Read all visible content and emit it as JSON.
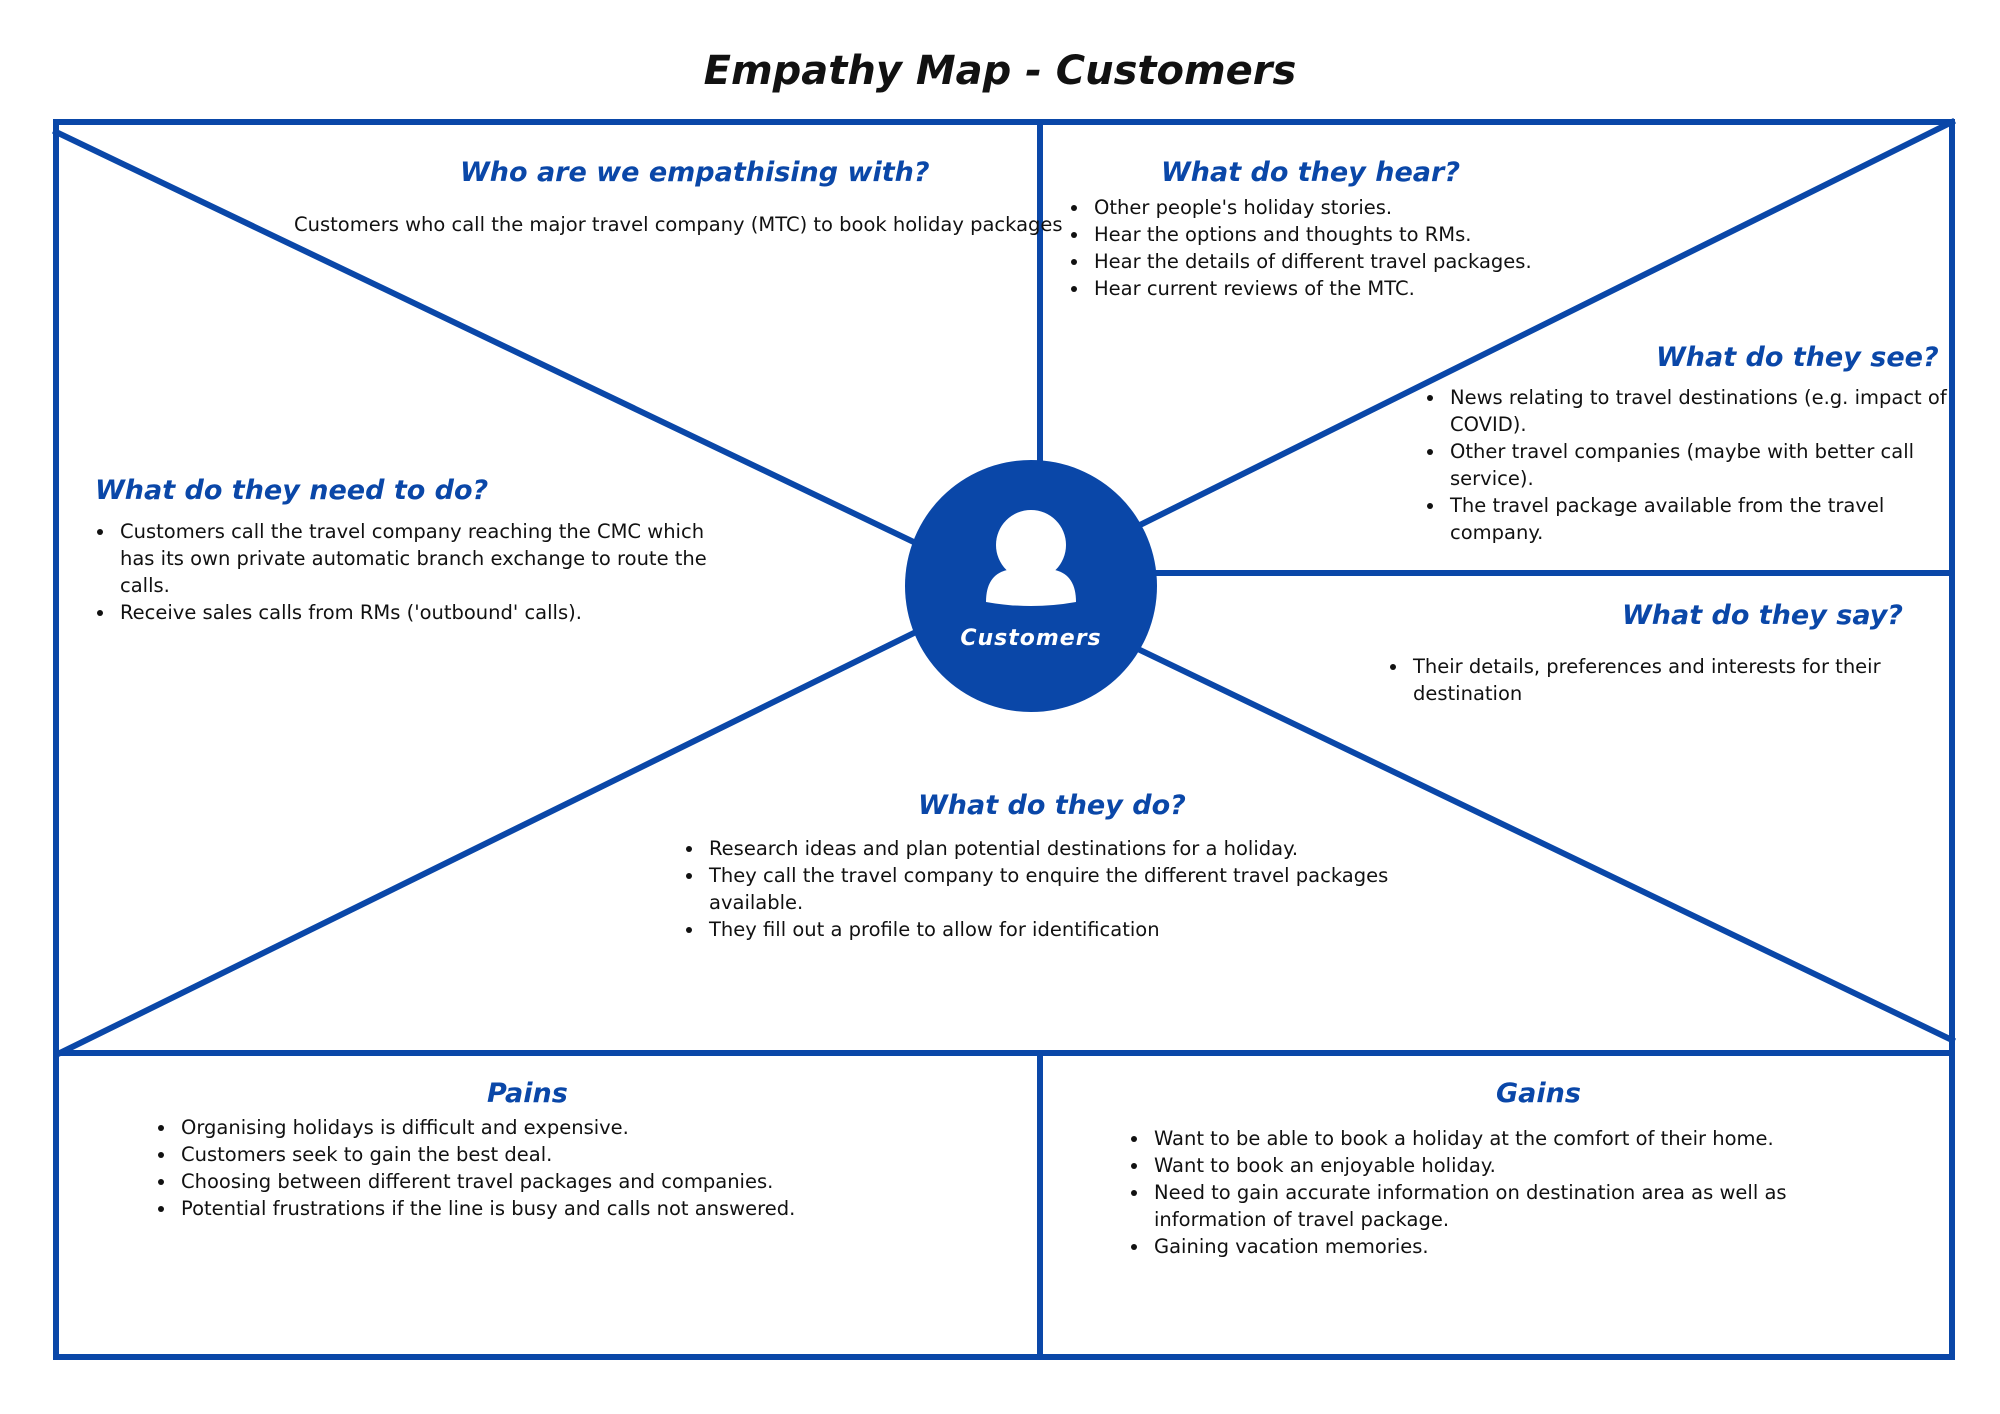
{
  "title": "Empathy Map - Customers",
  "colors": {
    "accent": "#0a47a8",
    "text": "#111111",
    "background": "#ffffff"
  },
  "center": {
    "label": "Customers",
    "icon": "user-avatar-icon"
  },
  "who": {
    "heading": "Who are we empathising with?",
    "text": "Customers who call the major travel company (MTC) to book holiday packages"
  },
  "hear": {
    "heading": "What do they hear?",
    "items": [
      "Other people's holiday stories.",
      "Hear the options and thoughts to RMs.",
      "Hear the details of different travel packages.",
      "Hear current reviews of the MTC."
    ]
  },
  "see": {
    "heading": "What do they see?",
    "items": [
      "News relating to travel destinations (e.g. impact of COVID).",
      "Other travel companies (maybe with better call service).",
      "The travel package available from the travel company."
    ]
  },
  "need": {
    "heading": "What do they need to do?",
    "items": [
      "Customers call the travel company reaching the CMC which has its own private automatic branch exchange to route the calls.",
      "Receive sales calls from RMs ('outbound' calls)."
    ]
  },
  "say": {
    "heading": "What do they say?",
    "items": [
      "Their details, preferences and interests for their destination"
    ]
  },
  "do": {
    "heading": "What do they do?",
    "items": [
      "Research ideas and plan potential destinations for a holiday.",
      "They call the travel company to enquire the different travel packages available.",
      "They fill out a profile to allow for identification"
    ]
  },
  "pains": {
    "heading": "Pains",
    "items": [
      "Organising holidays is difficult and expensive.",
      "Customers seek to gain the best deal.",
      "Choosing between different travel packages and companies.",
      "Potential frustrations if the line is busy and calls not answered."
    ]
  },
  "gains": {
    "heading": "Gains",
    "items": [
      "Want to be able to book a holiday at the comfort of their home.",
      "Want to book an enjoyable holiday.",
      "Need to gain accurate information on destination area as well as information of travel package.",
      "Gaining vacation memories."
    ]
  }
}
